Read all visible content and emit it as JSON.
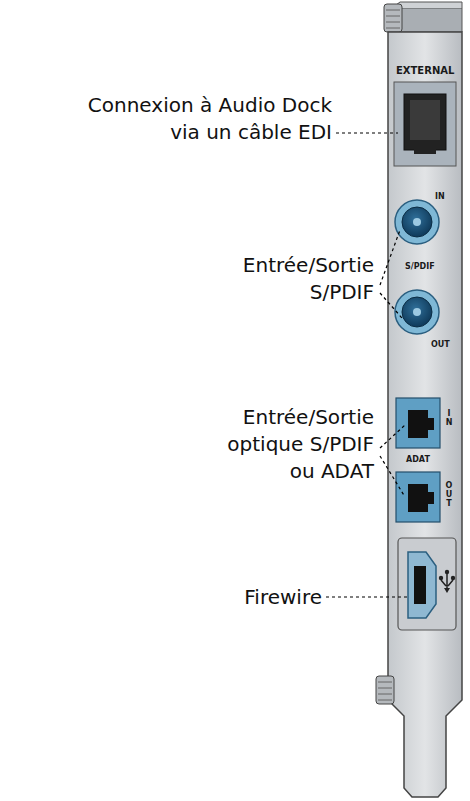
{
  "diagram": {
    "labels": [
      "Connexion à Audio Dock via un câble EDI",
      "Entrée/Sortie S/PDIF",
      "Entrée/Sortie optique S/PDIF ou ADAT",
      "Firewire",
      "EXTERNAL",
      "IN",
      "S/PDIF",
      "OUT",
      "IN",
      "ADAT",
      "OUT"
    ]
  }
}
